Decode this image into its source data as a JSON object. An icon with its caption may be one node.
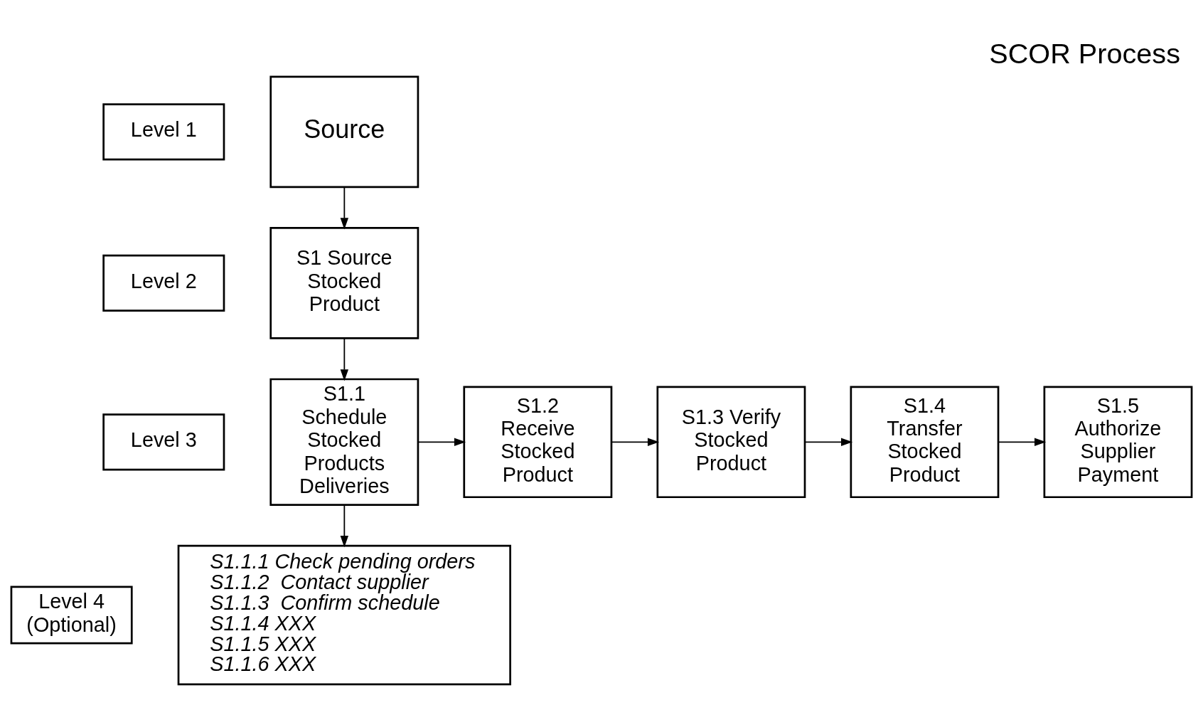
{
  "diagram": {
    "title": "SCOR Process",
    "nodes": [
      {
        "text": [
          "Level 1"
        ]
      },
      {
        "text": [
          "Source"
        ]
      },
      {
        "text": [
          "Level 2"
        ]
      },
      {
        "text": [
          "S1 Source Stocked Product"
        ]
      },
      {
        "text": [
          "Level 3"
        ]
      },
      {
        "text": [
          "S1.1 Schedule Stocked Products Deliveries"
        ]
      },
      {
        "text": [
          "S1.2 Receive Stocked Product"
        ]
      },
      {
        "text": [
          "S1.3 Verify Stocked Product"
        ]
      },
      {
        "text": [
          "S1.4 Transfer Stocked Product"
        ]
      },
      {
        "text": [
          "S1.5 Authorize Supplier Payment"
        ]
      },
      {
        "text": [
          "Level 4 (Optional)"
        ]
      },
      {
        "text": [
          "S1.1.1 Check pending orders",
          "S1.1.2  Contact supplier",
          "S1.1.3  Confirm schedule",
          "S1.1.4 XXX",
          "S1.1.5 XXX",
          "S1.1.6 XXX"
        ]
      }
    ],
    "edges": [
      {
        "from": 1,
        "to": 3,
        "arrow": "to"
      },
      {
        "from": 3,
        "to": 5,
        "arrow": "to"
      },
      {
        "from": 5,
        "to": 6,
        "arrow": "to"
      },
      {
        "from": 6,
        "to": 7,
        "arrow": "to"
      },
      {
        "from": 7,
        "to": 8,
        "arrow": "to"
      },
      {
        "from": 8,
        "to": 9,
        "arrow": "to"
      },
      {
        "from": 5,
        "to": 11,
        "arrow": "to"
      }
    ]
  }
}
